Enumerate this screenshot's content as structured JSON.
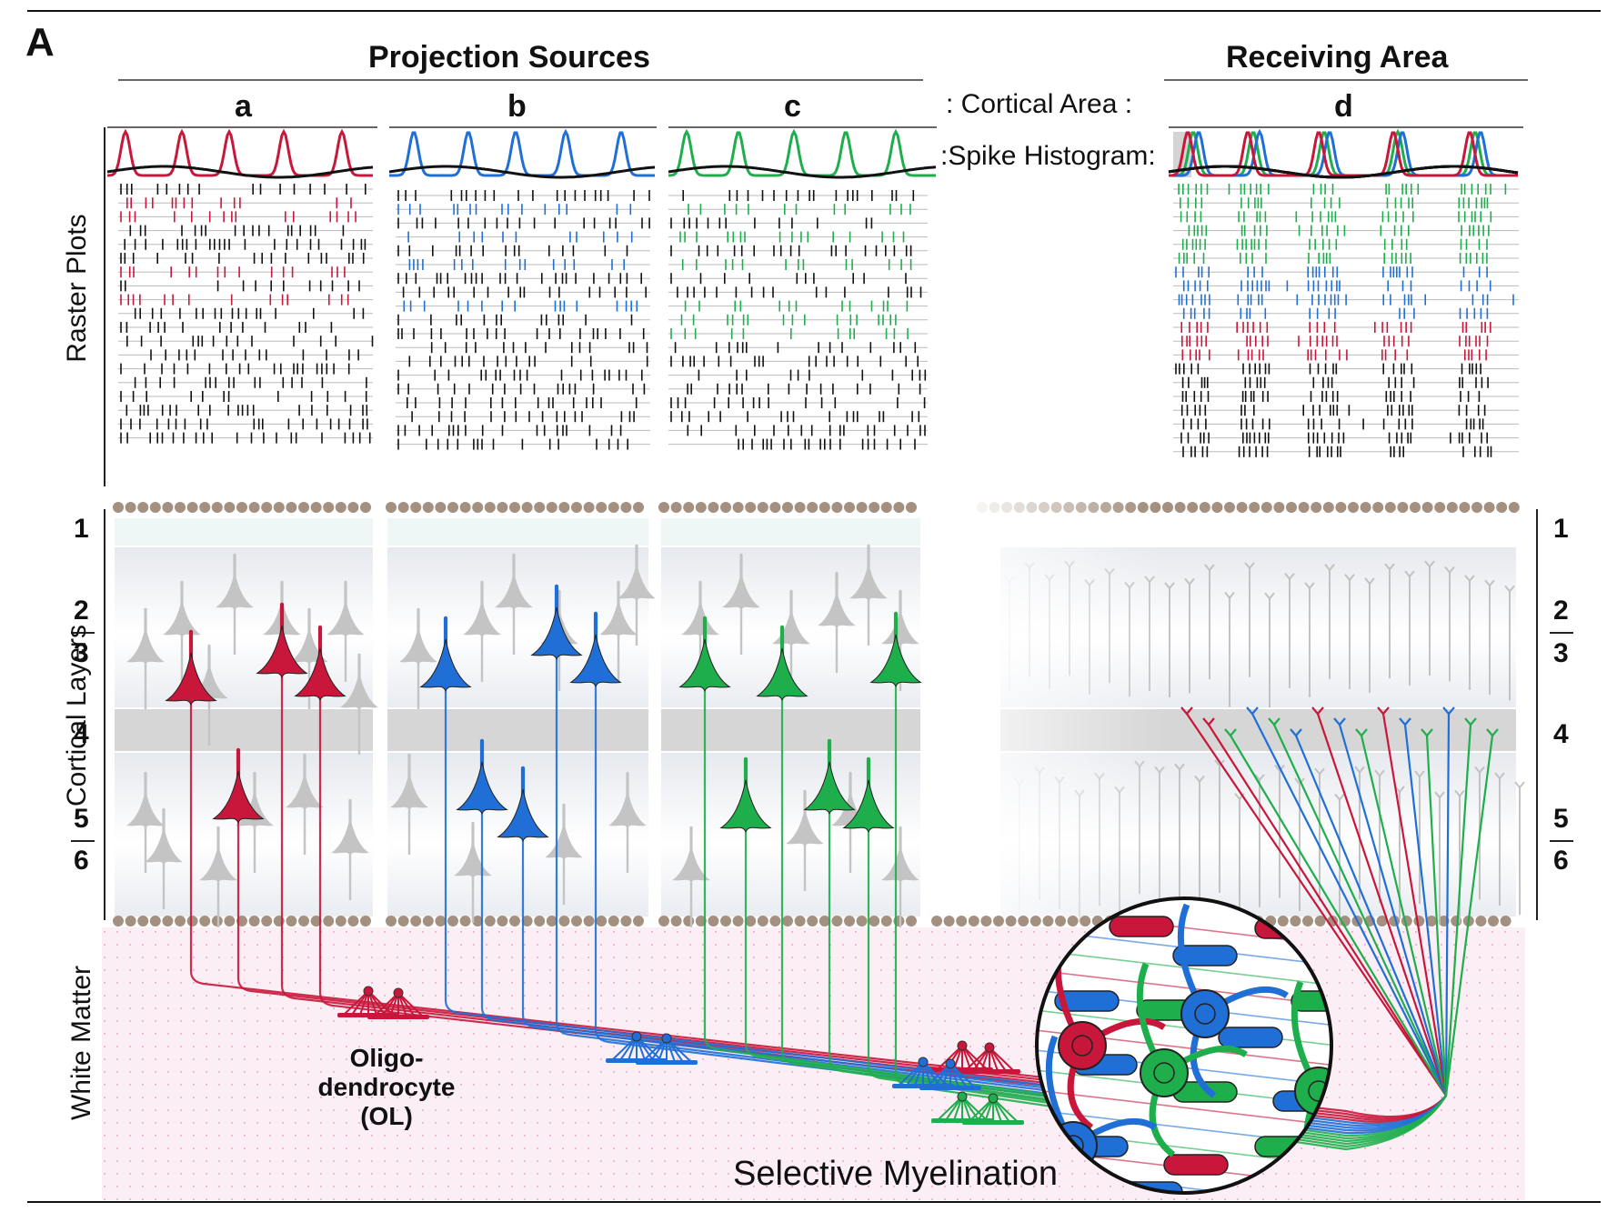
{
  "figure": {
    "panel_label": "A",
    "headers": {
      "projection_sources": "Projection Sources",
      "receiving_area": "Receiving Area"
    },
    "columns": [
      "a",
      "b",
      "c",
      "d"
    ],
    "row_labels": {
      "cortical_area": ": Cortical Area :",
      "spike_histogram": ":Spike Histogram:"
    },
    "side_labels": {
      "raster_plots": "Raster Plots",
      "cortical_layers": "Cortical Layers",
      "white_matter": "White Matter"
    },
    "layers_left": [
      "1",
      "2",
      "3",
      "4",
      "5",
      "6"
    ],
    "layers_right": [
      "1",
      "2",
      "3",
      "4",
      "5",
      "6"
    ],
    "oligodendrocyte_label": [
      "Oligo-",
      "dendrocyte",
      "(OL)"
    ],
    "selective_myelination": "Selective Myelination"
  },
  "colors": {
    "red": "#c8173a",
    "blue": "#1f6fd6",
    "green": "#1fae4c",
    "gray_neuron": "#c4c4c4",
    "membrane": "#a39080",
    "white_matter_bg": "#fbeef5",
    "layer4_band": "#d6d6d6"
  },
  "icons": [
    "pyramidal-neuron-icon",
    "oligodendrocyte-icon",
    "myelin-zoom-circle-icon"
  ]
}
